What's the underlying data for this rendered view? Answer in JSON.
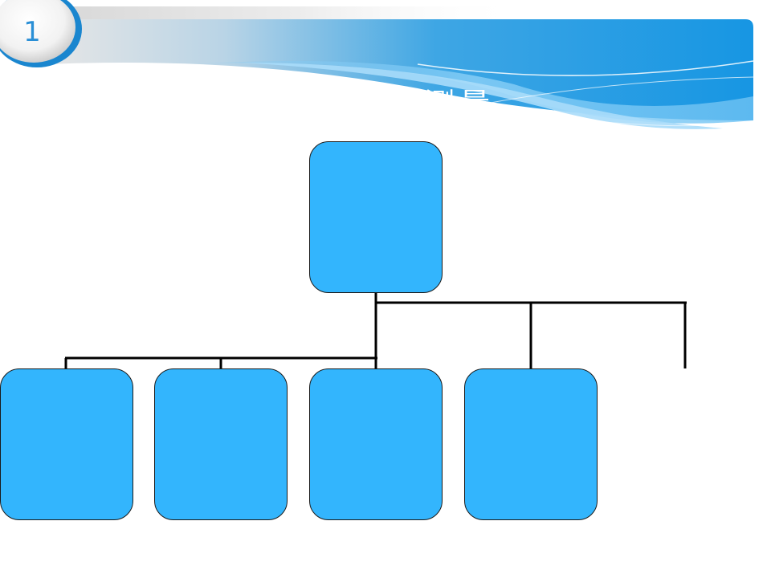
{
  "slide": {
    "number": "1",
    "title": "体测量"
  },
  "colors": {
    "banner_blue": "#1a9ae6",
    "node_fill": "#33b5fd",
    "node_border": "#1a1a1a",
    "connector": "#000000",
    "number_text": "#2a8fd6"
  },
  "diagram": {
    "type": "org-chart",
    "root": {
      "label": ""
    },
    "children": [
      {
        "label": ""
      },
      {
        "label": ""
      },
      {
        "label": ""
      },
      {
        "label": ""
      }
    ],
    "empty_branch_count": 1
  }
}
